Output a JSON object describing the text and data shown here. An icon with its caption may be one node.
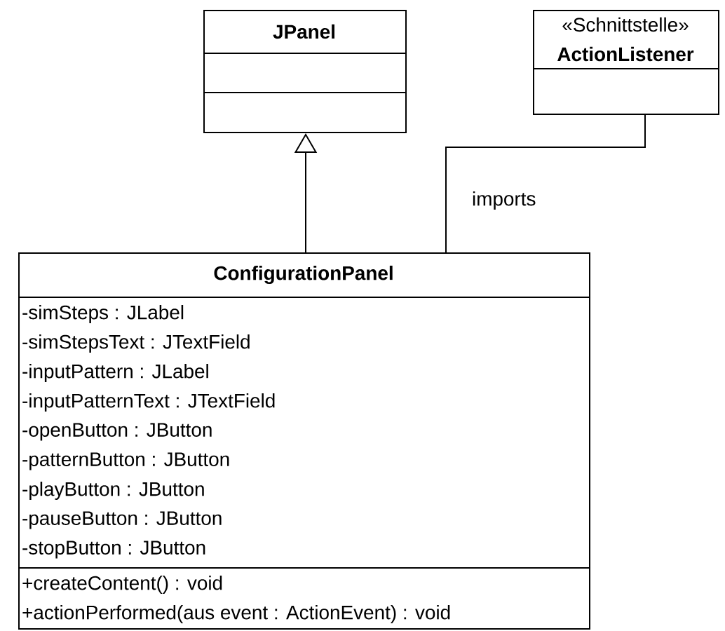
{
  "diagram": {
    "nodes": [
      {
        "text": [
          "JPanel"
        ]
      },
      {
        "text": [
          "«Schnittstelle»",
          "ActionListener"
        ]
      },
      {
        "text": [
          "ConfigurationPanel",
          "-simSteps : JLabel",
          "-simStepsText : JTextField",
          "-inputPattern : JLabel",
          "-inputPatternText : JTextField",
          "-openButton : JButton",
          "-patternButton : JButton",
          "-playButton : JButton",
          "-pauseButton : JButton",
          "-stopButton : JButton",
          "+createContent() : void",
          "+actionPerformed(aus event : ActionEvent) : void"
        ]
      }
    ],
    "edges": [
      {
        "from": 2,
        "to": 0,
        "arrow": "to"
      },
      {
        "from": 2,
        "to": 1,
        "arrow": "none",
        "label": "imports"
      }
    ]
  }
}
